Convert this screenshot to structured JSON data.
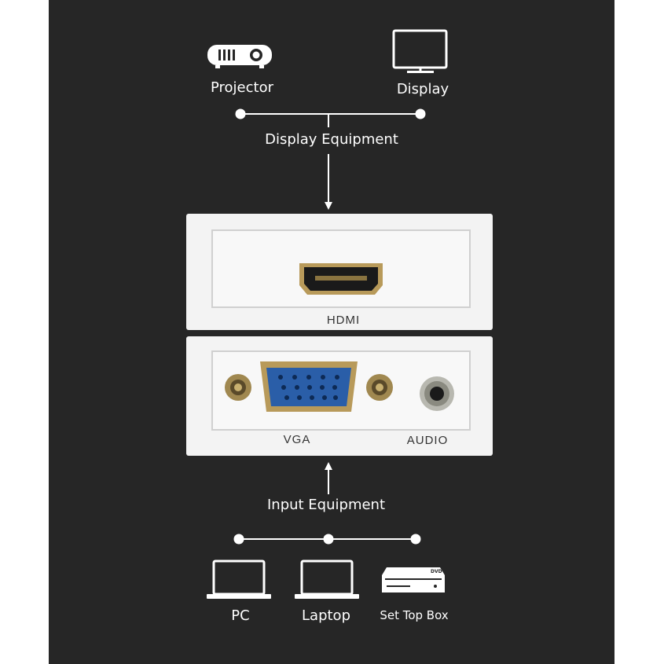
{
  "display_equipment": {
    "heading": "Display Equipment",
    "items": [
      {
        "label": "Projector",
        "icon": "projector-icon"
      },
      {
        "label": "Display",
        "icon": "monitor-icon"
      }
    ]
  },
  "adapter": {
    "output_port": "HDMI",
    "input_ports": [
      "VGA",
      "AUDIO"
    ]
  },
  "input_equipment": {
    "heading": "Input Equipment",
    "items": [
      {
        "label": "PC",
        "icon": "laptop-icon"
      },
      {
        "label": "Laptop",
        "icon": "laptop-icon"
      },
      {
        "label": "Set Top Box",
        "icon": "set-top-box-icon",
        "badge": "DVD"
      }
    ]
  },
  "colors": {
    "panel": "#262626",
    "foreground": "#ffffff",
    "vga_port": "#2a5ea8",
    "connector_gold": "#b89a5a"
  }
}
